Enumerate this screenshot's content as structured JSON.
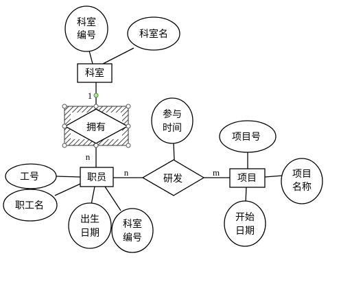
{
  "diagram": {
    "entities": {
      "department": "科室",
      "employee": "职员",
      "project": "项目"
    },
    "relationships": {
      "has": "拥有",
      "research": "研发"
    },
    "attributes": {
      "dept_no": [
        "科室",
        "编号"
      ],
      "dept_name": "科室名",
      "emp_no": "工号",
      "emp_name": "职工名",
      "birth_date": [
        "出生",
        "日期"
      ],
      "emp_dept_no": [
        "科室",
        "编号"
      ],
      "participation_time": [
        "参与",
        "时间"
      ],
      "proj_no": "项目号",
      "proj_name": [
        "项目",
        "名称"
      ],
      "start_date": [
        "开始",
        "日期"
      ]
    },
    "cardinalities": {
      "dept_has": "1",
      "has_emp": "n",
      "emp_research": "n",
      "research_proj": "m"
    }
  }
}
